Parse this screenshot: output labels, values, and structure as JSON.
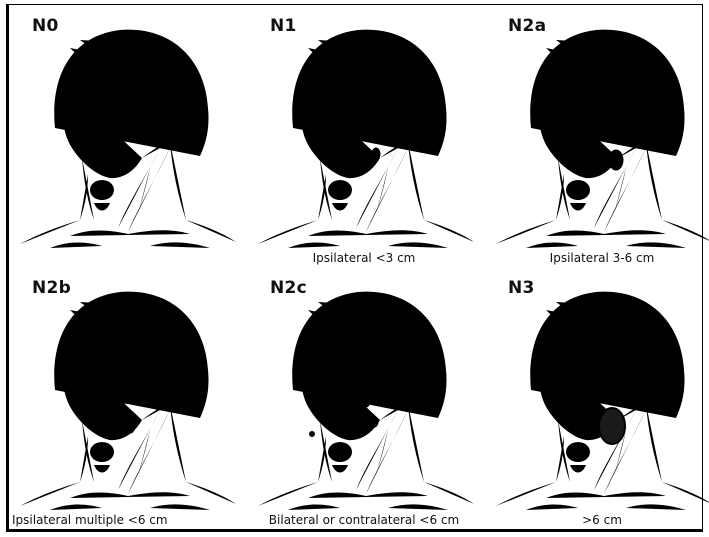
{
  "panels": [
    {
      "label": "N0",
      "caption": ""
    },
    {
      "label": "N1",
      "caption": "Ipsilateral <3 cm"
    },
    {
      "label": "N2a",
      "caption": "Ipsilateral 3-6 cm"
    },
    {
      "label": "N2b",
      "caption": "Ipsilateral multiple <6 cm"
    },
    {
      "label": "N2c",
      "caption": "Bilateral or contralateral  <6 cm"
    },
    {
      "label": "N3",
      "caption": ">6 cm"
    }
  ]
}
